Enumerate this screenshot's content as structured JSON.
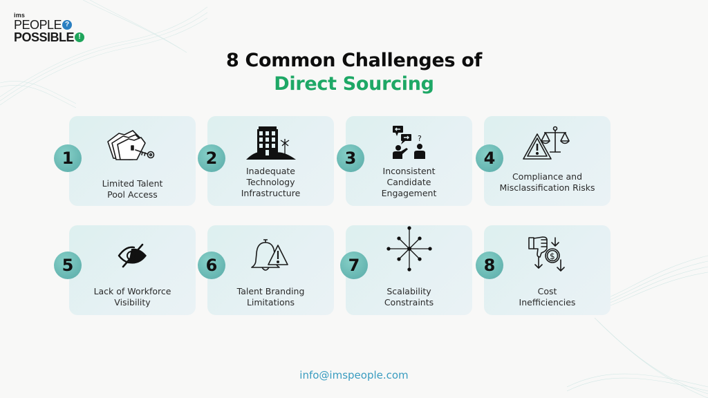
{
  "brand": {
    "small": "ims",
    "line1": "PEOPLE",
    "line1_badge": "?",
    "line2": "POSSIBLE",
    "line2_badge": "!",
    "colors": {
      "question_badge": "#2a7fc1",
      "exclaim_badge": "#1fa55b"
    }
  },
  "title": {
    "line1": "8 Common Challenges of",
    "line2": "Direct Sourcing",
    "accent_color": "#1ea866"
  },
  "challenges": [
    {
      "number": "1",
      "icon": "locked-folder-key-icon",
      "line1": "Limited Talent",
      "line2": "Pool Access",
      "line3": ""
    },
    {
      "number": "2",
      "icon": "ruined-building-icon",
      "line1": "Inadequate",
      "line2": "Technology",
      "line3": "Infrastructure"
    },
    {
      "number": "3",
      "icon": "conversation-people-icon",
      "line1": "Inconsistent",
      "line2": "Candidate",
      "line3": "Engagement"
    },
    {
      "number": "4",
      "icon": "warning-scales-icon",
      "line1": "Compliance and",
      "line2": "Misclassification Risks",
      "line3": ""
    },
    {
      "number": "5",
      "icon": "eye-slash-icon",
      "line1": "Lack of Workforce",
      "line2": "Visibility",
      "line3": ""
    },
    {
      "number": "6",
      "icon": "bell-warning-icon",
      "line1": "Talent Branding",
      "line2": "Limitations",
      "line3": ""
    },
    {
      "number": "7",
      "icon": "starburst-network-icon",
      "line1": "Scalability",
      "line2": "Constraints",
      "line3": ""
    },
    {
      "number": "8",
      "icon": "thumbs-down-dollar-icon",
      "line1": "Cost",
      "line2": "Inefficiencies",
      "line3": ""
    }
  ],
  "colors": {
    "background": "#f8f8f7",
    "card": "#e2f1f2",
    "number_circle": "#6ab9b4",
    "footer_text": "#3a9cc0"
  },
  "footer": {
    "email": "info@imspeople.com"
  }
}
